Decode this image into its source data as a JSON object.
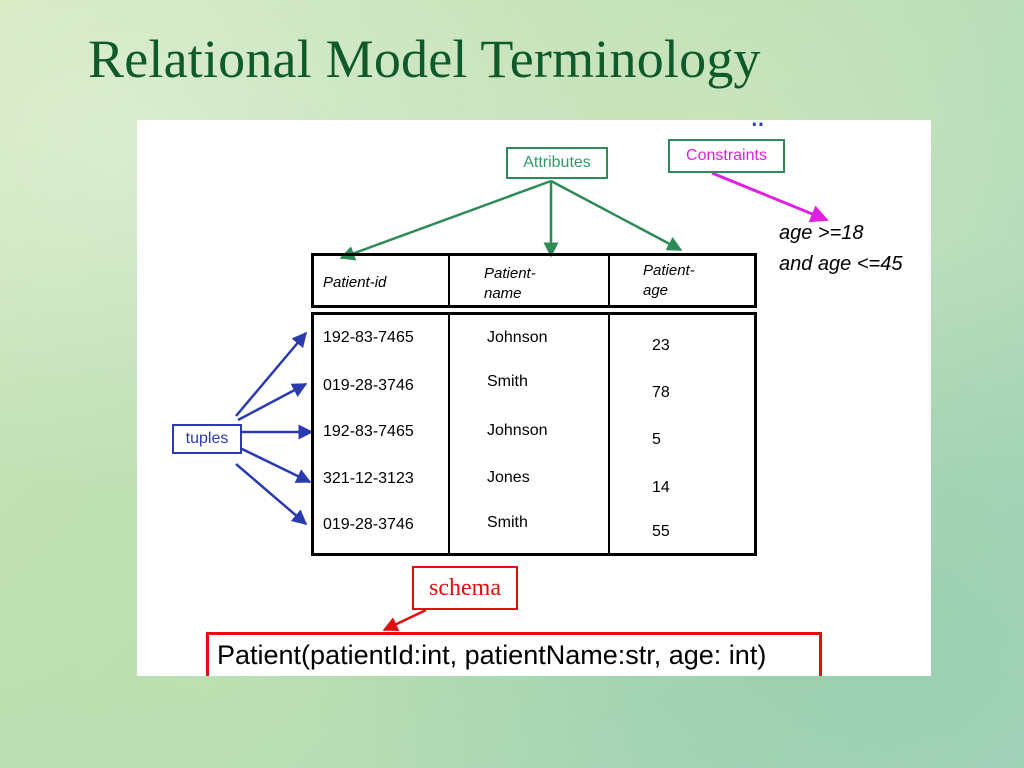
{
  "slide": {
    "title": "Relational Model Terminology"
  },
  "diagram": {
    "attributes_label": "Attributes",
    "constraints_label": "Constraints",
    "constraint_lines": [
      "age >=18",
      "and age <=45"
    ],
    "tuples_label": "tuples",
    "schema_label": "schema",
    "schema_signature": "Patient(patientId:int, patientName:str, age: int)",
    "table": {
      "headers": [
        "Patient-id",
        "Patient-\nname",
        "Patient-\nage"
      ],
      "rows": [
        [
          "192-83-7465",
          "Johnson",
          "23"
        ],
        [
          "019-28-3746",
          "Smith",
          "78"
        ],
        [
          "192-83-7465",
          "Johnson",
          "5"
        ],
        [
          "321-12-3123",
          "Jones",
          "14"
        ],
        [
          "019-28-3746",
          "Smith",
          "55"
        ]
      ]
    },
    "colors": {
      "title": "#0f5a2a",
      "attributes": "#2e8b57",
      "constraints": "#e020e0",
      "tuples": "#2a3bb0",
      "schema": "#e01010"
    }
  }
}
